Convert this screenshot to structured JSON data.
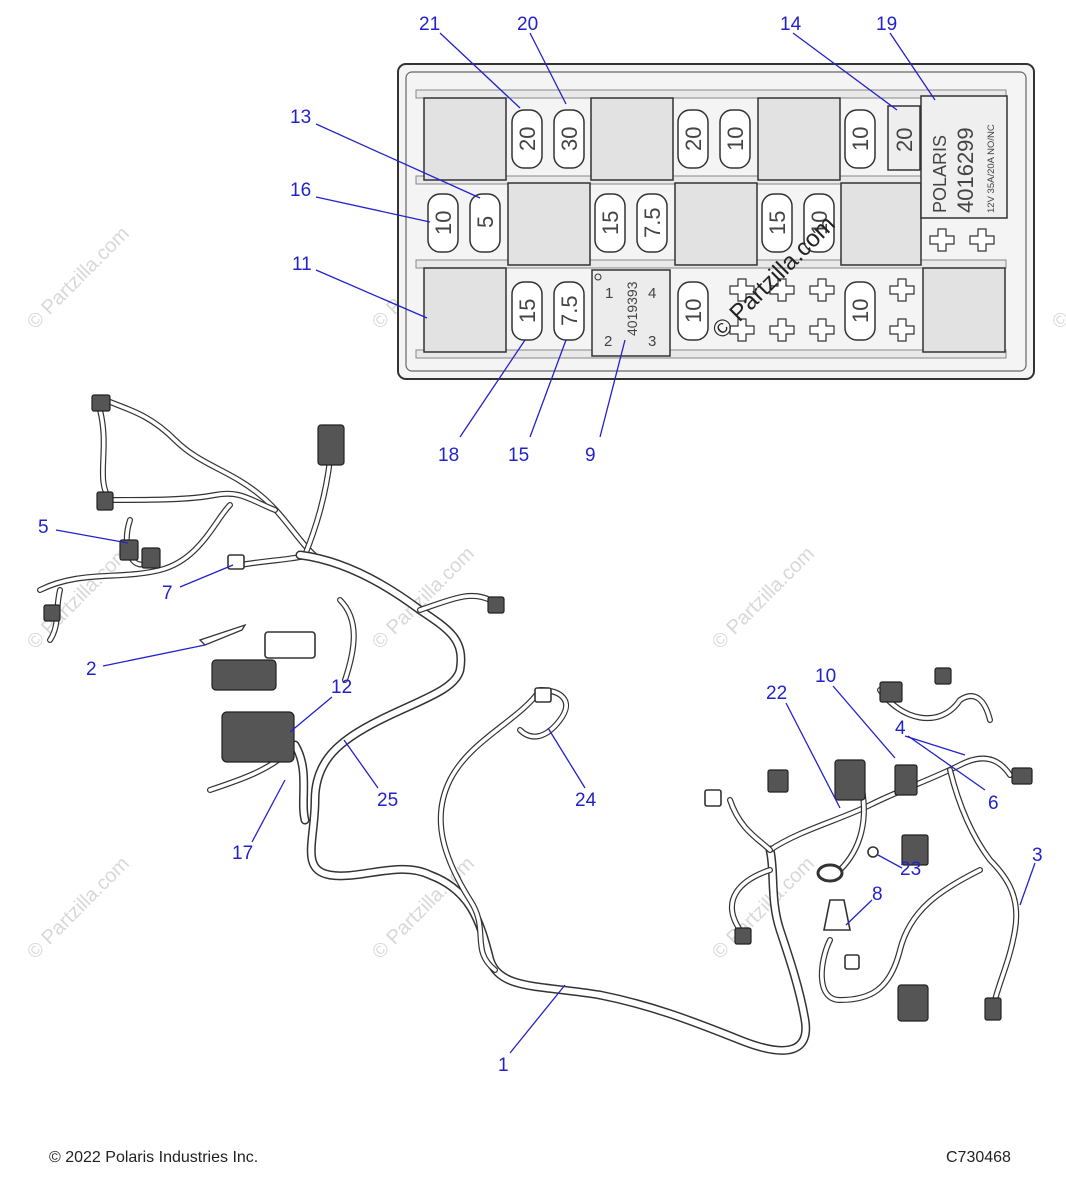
{
  "fuse_box": {
    "part_number": "4016299",
    "brand": "POLARIS",
    "rating": "12V  35A/20A  NO/NC",
    "relay_id": "4019393",
    "relay_pins": [
      "1",
      "2",
      "3",
      "4"
    ],
    "fuses": {
      "f21": "20",
      "f20": "30",
      "fa": "20",
      "fb": "10",
      "fc": "10",
      "f14": "20",
      "f16": "10",
      "f13": "5",
      "fd": "15",
      "fe": "7.5",
      "ff": "15",
      "fg": "10",
      "f18": "15",
      "f15": "7.5",
      "fh": "10",
      "fi": "10"
    }
  },
  "callouts": {
    "c21": "21",
    "c20": "20",
    "c14": "14",
    "c19": "19",
    "c13": "13",
    "c16": "16",
    "c11": "11",
    "c18": "18",
    "c15": "15",
    "c9": "9",
    "c5": "5",
    "c7": "7",
    "c2": "2",
    "c12": "12",
    "c25": "25",
    "c17": "17",
    "c24": "24",
    "c22": "22",
    "c10": "10",
    "c4": "4",
    "c6": "6",
    "c3": "3",
    "c23": "23",
    "c8": "8",
    "c1": "1"
  },
  "watermark": {
    "text": "© Partzilla.com",
    "main": "© Partzilla.com"
  },
  "footer": {
    "copyright": "© 2022 Polaris Industries Inc.",
    "code": "C730468"
  }
}
